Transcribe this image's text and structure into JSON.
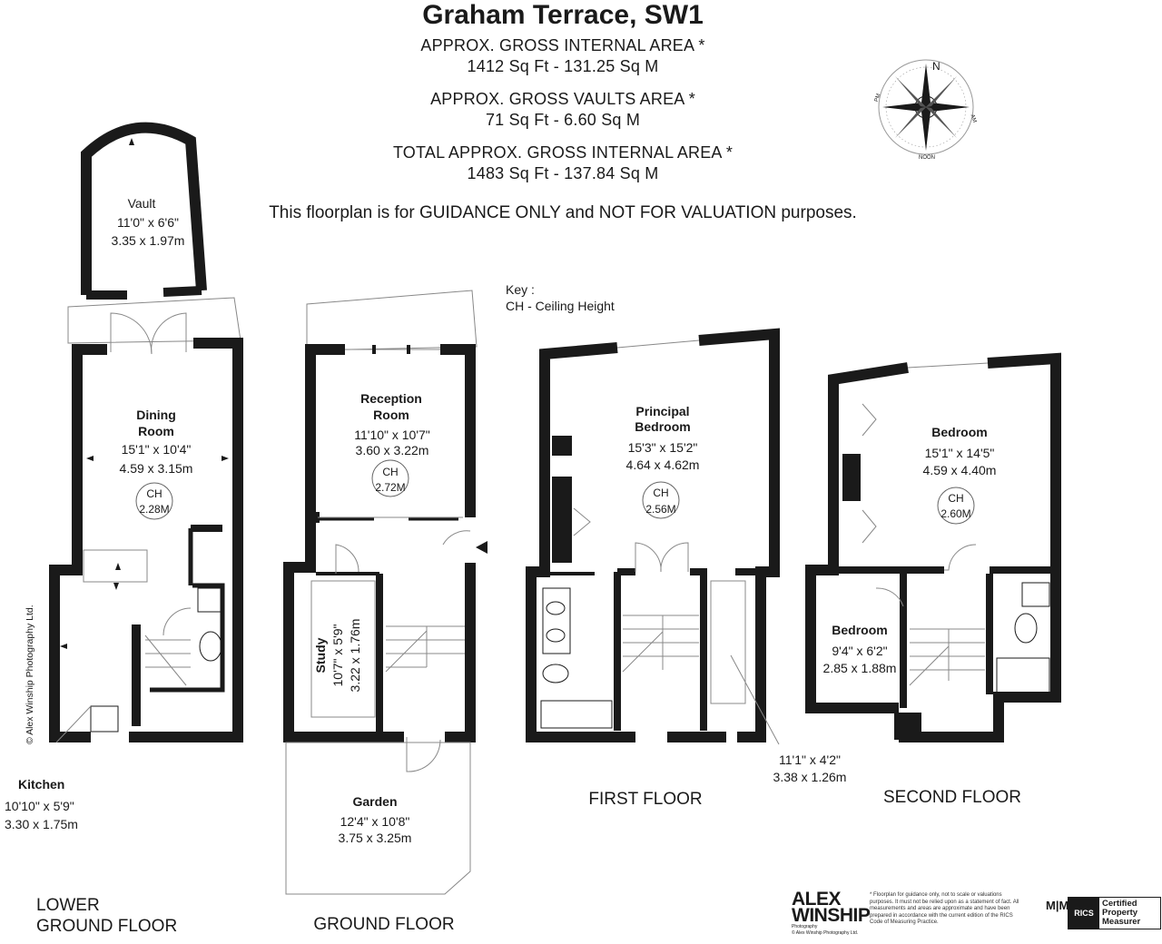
{
  "header": {
    "title": "Graham Terrace, SW1",
    "gia_label": "APPROX. GROSS INTERNAL  AREA *",
    "gia_value": "1412 Sq Ft  -  131.25 Sq M",
    "vaults_label": "APPROX. GROSS VAULTS  AREA *",
    "vaults_value": "71 Sq Ft  -  6.60 Sq M",
    "total_label": "TOTAL  APPROX. GROSS INTERNAL  AREA *",
    "total_value": "1483 Sq Ft  -  137.84 Sq M",
    "guidance": "This floorplan is for GUIDANCE ONLY and NOT FOR VALUATION purposes."
  },
  "key": {
    "title": "Key :",
    "ch": "CH - Ceiling Height"
  },
  "compass": {
    "north": "N",
    "pm": "PM",
    "am": "AM",
    "noon": "NOON"
  },
  "rooms": {
    "vault": {
      "name": "Vault",
      "imperial": "11'0\" x 6'6\"",
      "metric": "3.35 x 1.97m"
    },
    "dining": {
      "name1": "Dining",
      "name2": "Room",
      "imperial": "15'1\" x 10'4\"",
      "metric": "4.59 x 3.15m",
      "ch1": "CH",
      "ch2": "2.28M"
    },
    "kitchen": {
      "name": "Kitchen",
      "imperial": "10'10\" x 5'9\"",
      "metric": "3.30 x 1.75m"
    },
    "reception": {
      "name1": "Reception",
      "name2": "Room",
      "imperial": "11'10\" x 10'7\"",
      "metric": "3.60 x 3.22m",
      "ch1": "CH",
      "ch2": "2.72M"
    },
    "study": {
      "name": "Study",
      "imperial": "10'7\" x 5'9\"",
      "metric": "3.22 x 1.76m"
    },
    "garden": {
      "name": "Garden",
      "imperial": "12'4\" x 10'8\"",
      "metric": "3.75 x 3.25m"
    },
    "principal": {
      "name1": "Principal",
      "name2": "Bedroom",
      "imperial": "15'3\" x 15'2\"",
      "metric": "4.64 x 4.62m",
      "ch1": "CH",
      "ch2": "2.56M"
    },
    "dressing": {
      "imperial": "11'1\" x 4'2\"",
      "metric": "3.38 x 1.26m"
    },
    "bedroom2": {
      "name": "Bedroom",
      "imperial": "15'1\" x 14'5\"",
      "metric": "4.59 x 4.40m",
      "ch1": "CH",
      "ch2": "2.60M"
    },
    "bedroom3": {
      "name": "Bedroom",
      "imperial": "9'4\" x 6'2\"",
      "metric": "2.85 x 1.88m"
    }
  },
  "floors": {
    "lower1": "LOWER",
    "lower2": "GROUND FLOOR",
    "ground": "GROUND FLOOR",
    "first": "FIRST FLOOR",
    "second": "SECOND FLOOR"
  },
  "footer": {
    "copyright": "© Alex Winship Photography Ltd.",
    "logo1": "ALEX",
    "logo2": "WINSHIP",
    "logo3": "Photography",
    "logo4": "© Alex Winship Photography Ltd.",
    "disclaimer": "* Floorplan for guidance only, not to scale or valuations purposes. It must not be relied upon as a statement of fact. All measurements and areas are approximate and have been prepared in accordance with the current edition of the RICS Code of Measuring Practice.",
    "mm": "M|M",
    "rics_mark": "RICS",
    "rics1": "Certified",
    "rics2": "Property",
    "rics3": "Measurer"
  },
  "colors": {
    "wall": "#1a1a1a",
    "background": "#ffffff",
    "thin_line": "#888888"
  }
}
